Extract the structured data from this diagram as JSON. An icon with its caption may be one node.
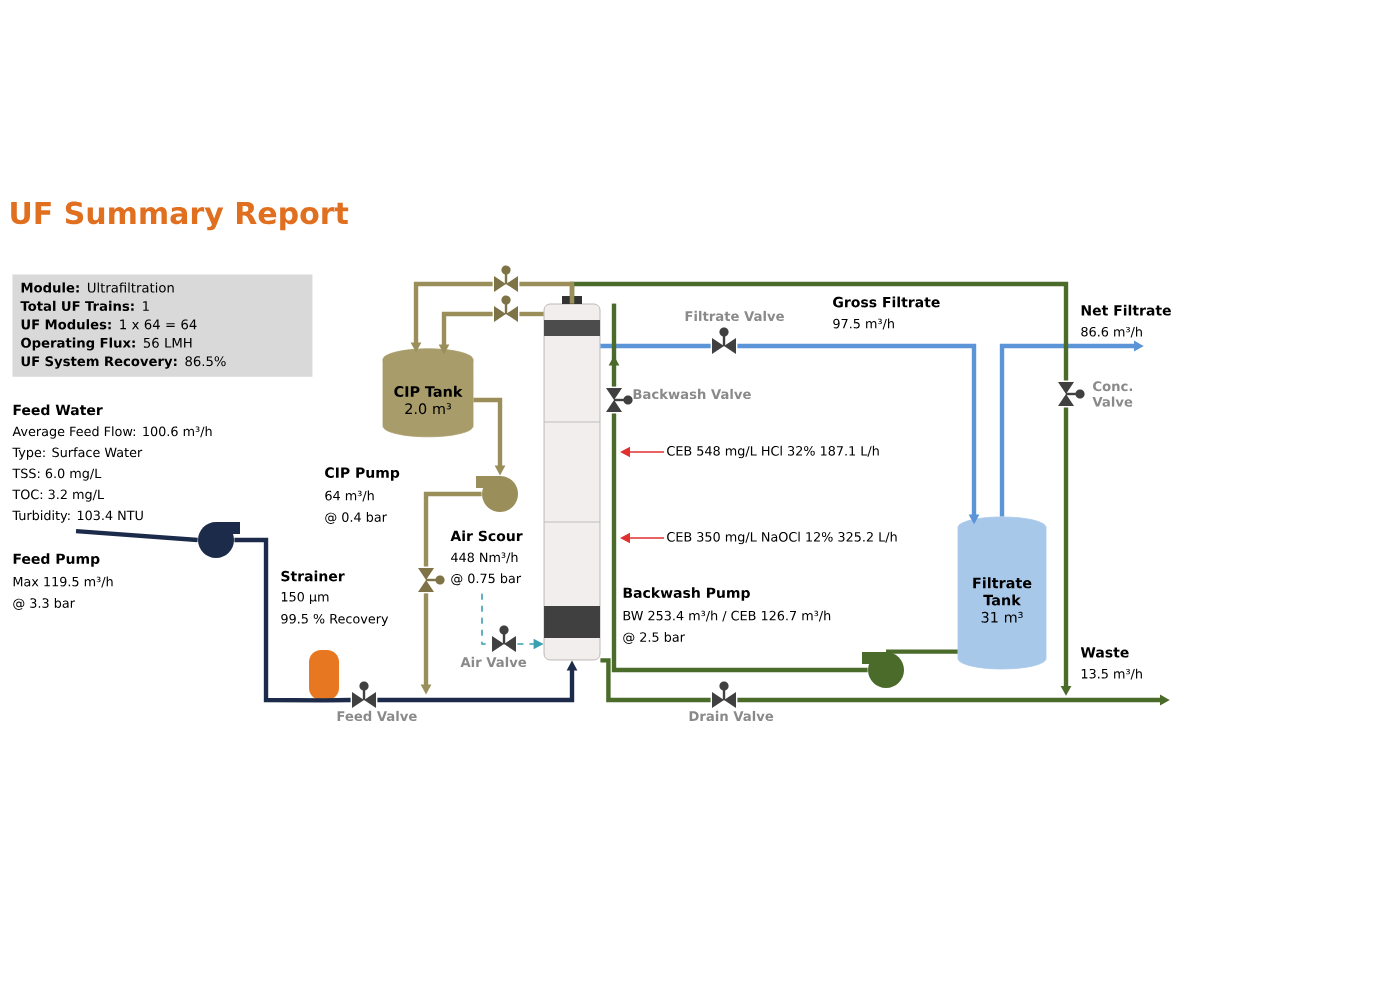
{
  "diagram": {
    "title": "UF Summary Report",
    "nodes": [
      {
        "text": [
          "**Module:** Ultrafiltration",
          "**Total UF Trains:** 1",
          "**UF Modules:** 1 x 64  =  64",
          "**Operating Flux:**  56 LMH",
          "**UF System Recovery:** 86.5%"
        ]
      },
      {
        "text": [],
        "shape": "pump",
        "beside": [
          "Feed Pump",
          "Max 119.5 m³/h",
          "@ 3.3 bar"
        ]
      },
      {
        "text": [],
        "shape": "strainer",
        "beside": [
          "Strainer",
          "150 µm",
          "99.5 % Recovery"
        ]
      },
      {
        "text": [],
        "shape": "valve",
        "beside": [
          "Feed Valve"
        ]
      },
      {
        "text": [],
        "shape": "module"
      },
      {
        "text": [
          "CIP Tank",
          "2.0 m³"
        ]
      },
      {
        "text": [],
        "shape": "pump",
        "beside": [
          "CIP Pump",
          "64 m³/h",
          "@ 0.4 bar"
        ]
      },
      {
        "text": [],
        "shape": "valve",
        "beside": [
          "Air Valve"
        ]
      },
      {
        "text": [],
        "shape": "valve",
        "beside": [
          "Filtrate Valve"
        ]
      },
      {
        "text": [],
        "shape": "valve",
        "beside": [
          "Backwash Valve"
        ]
      },
      {
        "text": [
          "Filtrate Tank",
          "31 m³"
        ]
      },
      {
        "text": [],
        "shape": "pump",
        "beside": [
          "Backwash Pump",
          "BW 253.4 m³/h / CEB 126.7 m³/h",
          "@ 2.5 bar"
        ]
      },
      {
        "text": [],
        "shape": "valve",
        "beside": [
          "Conc. Valve"
        ]
      },
      {
        "text": [],
        "shape": "valve",
        "beside": [
          "Drain Valve"
        ]
      },
      {
        "text": [
          "CEB 548 mg/L HCl  32%  187.1 L/h"
        ]
      },
      {
        "text": [
          "CEB 350 mg/L NaOCl 12%  325.2 L/h"
        ]
      },
      {
        "text": [],
        "shape": "valve"
      },
      {
        "text": [],
        "shape": "valve"
      },
      {
        "text": [],
        "shape": "valve"
      },
      {
        "text": [
          "Feed Water",
          "Average Feed Flow: 100.6 m³/h",
          "Type: Surface Water",
          "TSS: 6.0 mg/L",
          "TOC:  3.2 mg/L",
          "Turbidity: 103.4 NTU"
        ]
      },
      {
        "text": [
          "Net Filtrate",
          "86.6 m³/h"
        ]
      },
      {
        "text": [
          "Waste",
          "13.5 m³/h"
        ]
      },
      {
        "text": [
          "Air Scour",
          "448 Nm³/h",
          "@ 0.75 bar"
        ]
      }
    ],
    "edges": [
      {
        "from": 19,
        "to": 1,
        "arrow": "none",
        "color": "#1c2b4a"
      },
      {
        "from": 1,
        "to": 2,
        "arrow": "none",
        "color": "#1c2b4a"
      },
      {
        "from": 2,
        "to": 3,
        "arrow": "none",
        "color": "#1c2b4a"
      },
      {
        "from": 3,
        "to": 4,
        "arrow": "to",
        "color": "#1c2b4a"
      },
      {
        "from": 4,
        "to": 8,
        "arrow": "none",
        "color": "#5b95d8"
      },
      {
        "from": 8,
        "to": 10,
        "arrow": "to",
        "color": "#5b95d8"
      },
      {
        "from": 10,
        "to": 20,
        "arrow": "to",
        "color": "#5b95d8"
      },
      {
        "from": 10,
        "to": 11,
        "arrow": "none"
      },
      {
        "from": 11,
        "to": 9,
        "arrow": "none"
      },
      {
        "from": 9,
        "to": 4,
        "arrow": "to"
      },
      {
        "from": 4,
        "to": 12,
        "arrow": "none"
      },
      {
        "from": 12,
        "to": 21,
        "arrow": "to"
      },
      {
        "from": 4,
        "to": 13,
        "arrow": "none"
      },
      {
        "from": 13,
        "to": 21,
        "arrow": "to"
      },
      {
        "from": 4,
        "to": 16,
        "arrow": "none",
        "color": "#9a8f5a"
      },
      {
        "from": 16,
        "to": 5,
        "arrow": "to",
        "color": "#9a8f5a"
      },
      {
        "from": 4,
        "to": 17,
        "arrow": "none",
        "color": "#9a8f5a"
      },
      {
        "from": 17,
        "to": 5,
        "arrow": "to",
        "color": "#9a8f5a"
      },
      {
        "from": 5,
        "to": 6,
        "arrow": "to",
        "color": "#9a8f5a"
      },
      {
        "from": 6,
        "to": 18,
        "arrow": "none",
        "color": "#9a8f5a"
      },
      {
        "from": 18,
        "to": 3,
        "arrow": "to",
        "color": "#9a8f5a"
      },
      {
        "from": 22,
        "to": 7,
        "arrow": "none",
        "style": "dashed",
        "color": "#3aa0b0"
      },
      {
        "from": 7,
        "to": 4,
        "arrow": "to",
        "style": "dashed",
        "color": "#3aa0b0"
      },
      {
        "from": 14,
        "to": null,
        "arrow": "to",
        "color": "#e03030"
      },
      {
        "from": 15,
        "to": null,
        "arrow": "to",
        "color": "#e03030"
      }
    ],
    "labels": [
      "Gross Filtrate",
      "97.5 m³/h"
    ]
  }
}
